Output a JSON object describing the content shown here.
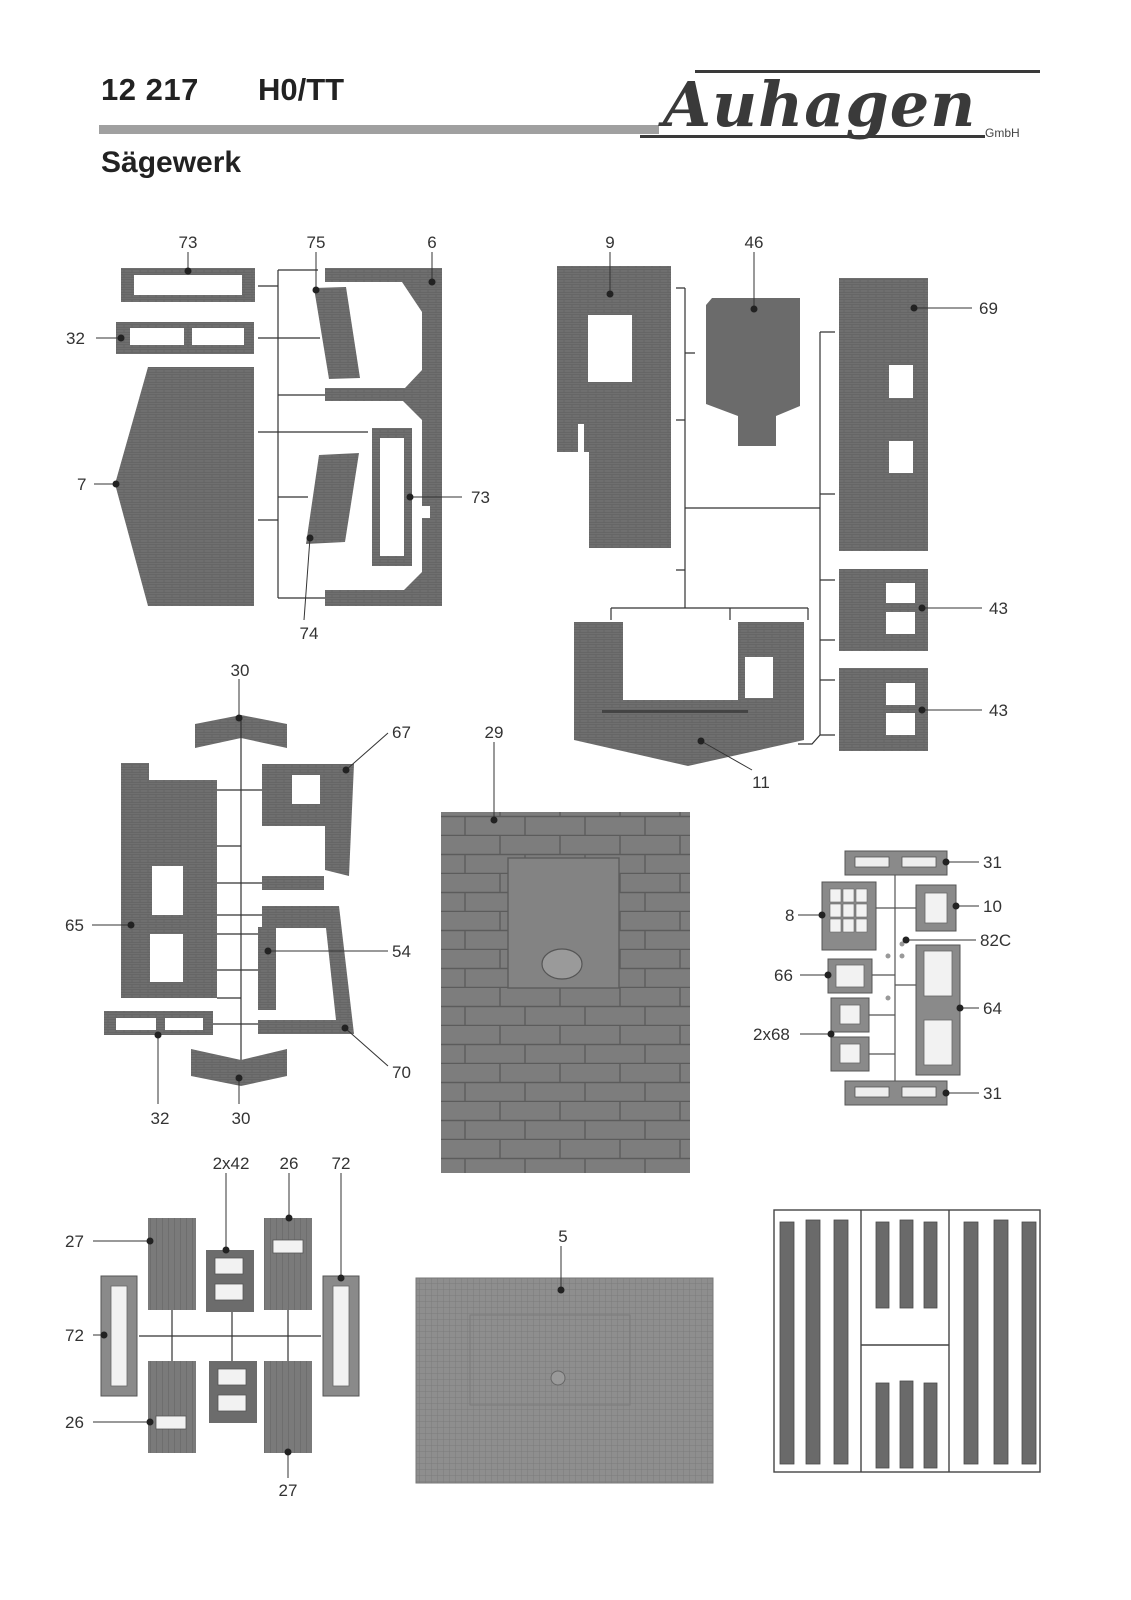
{
  "header": {
    "article_number": "12 217",
    "scale": "H0/TT",
    "title": "Sägewerk"
  },
  "logo": {
    "brand": "Auhagen",
    "suffix": "GmbH"
  },
  "parts": {
    "p73a": "73",
    "p75": "75",
    "p6": "6",
    "p32a": "32",
    "p7": "7",
    "p73b": "73",
    "p74": "74",
    "p9": "9",
    "p46": "46",
    "p69": "69",
    "p43a": "43",
    "p43b": "43",
    "p11": "11",
    "p30a": "30",
    "p67": "67",
    "p65": "65",
    "p54": "54",
    "p70": "70",
    "p32b": "32",
    "p30b": "30",
    "p29": "29",
    "p31a": "31",
    "p8": "8",
    "p10": "10",
    "p82c": "82C",
    "p66": "66",
    "p64": "64",
    "p2x68": "2x68",
    "p31b": "31",
    "p2x42": "2x42",
    "p26a": "26",
    "p72a": "72",
    "p27a": "27",
    "p72b": "72",
    "p26b": "26",
    "p27b": "27",
    "p5": "5"
  },
  "colors": {
    "part_fill": "#6f6f6f",
    "part_dark": "#555555",
    "sprue": "#8a8a8a",
    "base_plate": "#8c8c8c",
    "stone": "#7d7d7d"
  }
}
